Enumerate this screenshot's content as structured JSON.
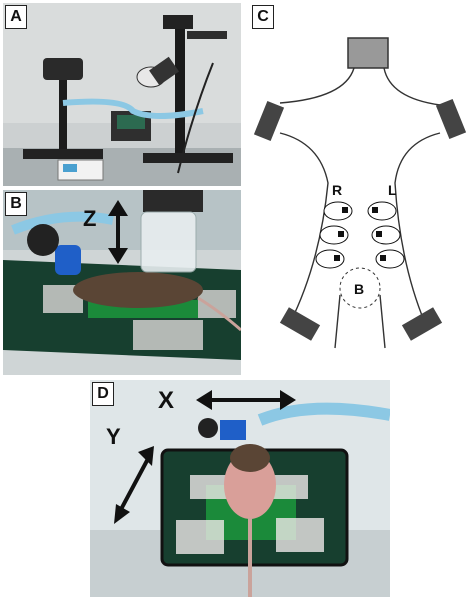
{
  "figure": {
    "panels": [
      {
        "id": "A",
        "label": "A"
      },
      {
        "id": "B",
        "label": "B",
        "axis_labels": [
          "Z"
        ]
      },
      {
        "id": "C",
        "label": "C",
        "diagram_labels": {
          "right": "R",
          "left": "L",
          "bladder": "B"
        }
      },
      {
        "id": "D",
        "label": "D",
        "axis_labels": [
          "X",
          "Y"
        ]
      }
    ]
  },
  "colors": {
    "tube_blue": "#8cc8e4",
    "board_green": "#173f2f",
    "tape_blue": "#1f5fc8",
    "mouse_brown": "#5a4535",
    "mouse_pink": "#d99f99"
  }
}
